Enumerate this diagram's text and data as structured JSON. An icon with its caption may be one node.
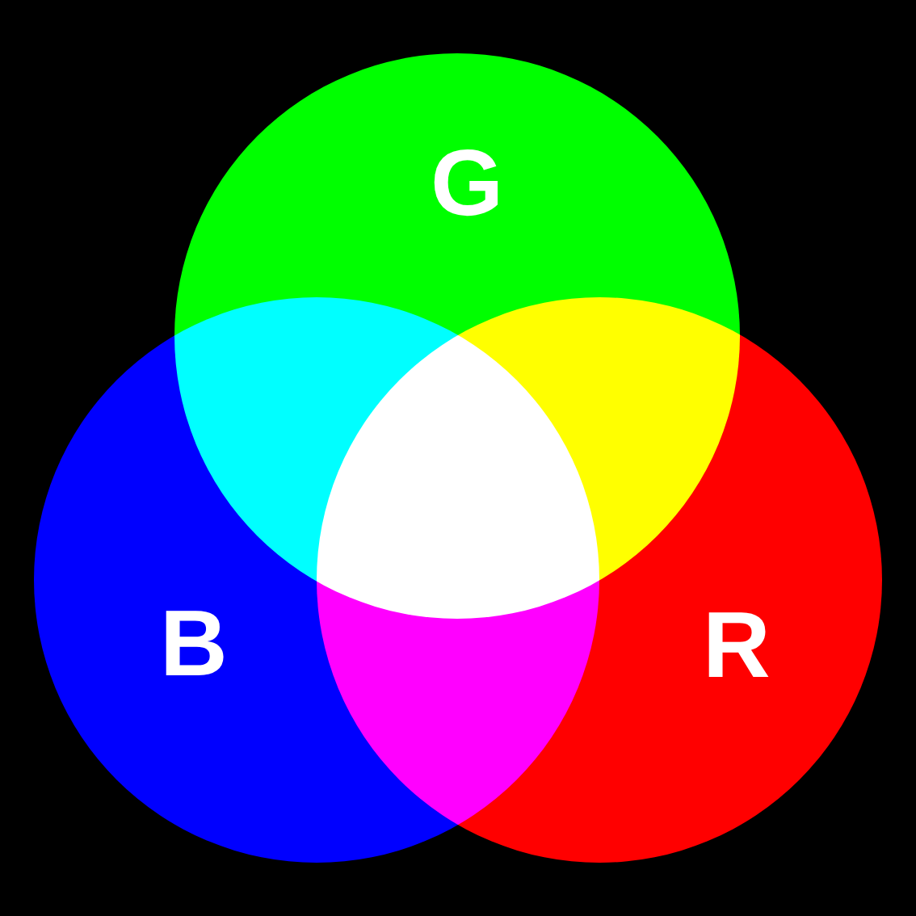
{
  "diagram": {
    "nodes": [
      {
        "text": [
          "G"
        ]
      },
      {
        "text": [
          "B"
        ]
      },
      {
        "text": [
          "R"
        ]
      }
    ]
  }
}
